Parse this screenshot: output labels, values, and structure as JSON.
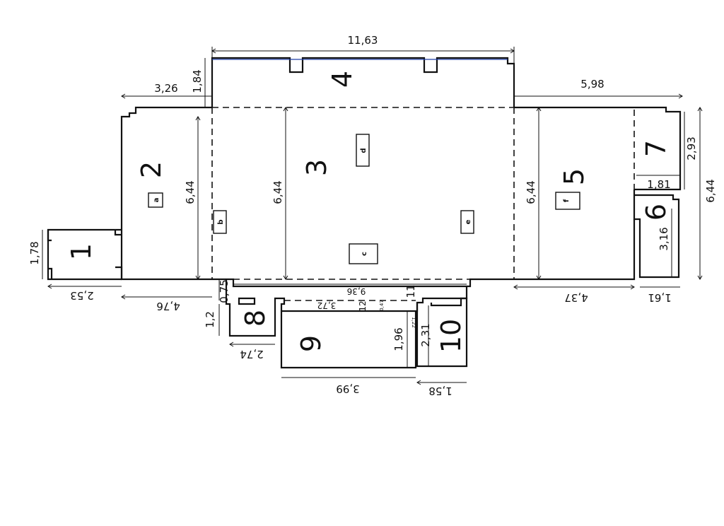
{
  "rooms": [
    "1",
    "2",
    "3",
    "4",
    "5",
    "6",
    "7",
    "8",
    "9",
    "10"
  ],
  "objects": [
    "a",
    "b",
    "c",
    "d",
    "e",
    "f"
  ],
  "dimensions": {
    "total_top": "11,63",
    "left_top": "3,26",
    "room4_depth": "1,84",
    "right_top": "5,98",
    "room7_height": "2,93",
    "overall_right": "6,44",
    "room2_height": "6,44",
    "room3_height": "6,44",
    "room5_height": "6,44",
    "room1_height": "1,78",
    "room6_height": "3,16",
    "room7_width": "1,81",
    "room1_width": "2,53",
    "bottom_left": "4,76",
    "bottom_mid": "9,36",
    "bottom_right": "4,37",
    "room6_width": "1,61",
    "gap_075": "0,75",
    "room8_height": "1,2",
    "room8_width": "2,74",
    "corridor_width": "3,72",
    "corridor_12": "12",
    "corridor_11": "11",
    "tiny_047": "0,47",
    "tiny_122": "1,22",
    "room9_height": "1,96",
    "room9_width": "3,99",
    "room10_height": "2,31",
    "room10_width": "1,58"
  }
}
